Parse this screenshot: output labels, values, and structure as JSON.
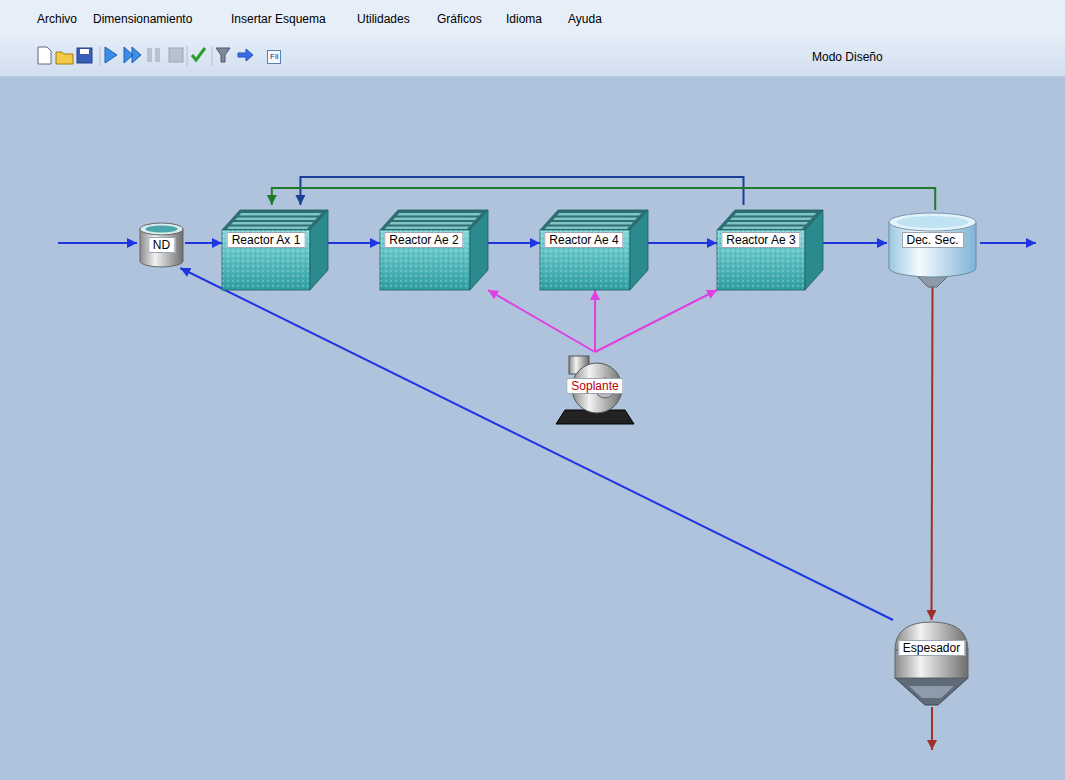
{
  "diagram": {
    "nodes": [
      {
        "text": [
          "ND"
        ]
      },
      {
        "text": [
          "Reactor Ax 1"
        ]
      },
      {
        "text": [
          "Reactor Ae 2"
        ]
      },
      {
        "text": [
          "Reactor Ae 4"
        ]
      },
      {
        "text": [
          "Reactor Ae 3"
        ]
      },
      {
        "text": [
          "Dec. Sec."
        ]
      },
      {
        "text": [
          "Soplante"
        ]
      },
      {
        "text": [
          "Espesador"
        ]
      }
    ],
    "edges": [
      {
        "from": 0,
        "to": 1,
        "arrow": "to"
      },
      {
        "from": 1,
        "to": 2,
        "arrow": "to"
      },
      {
        "from": 2,
        "to": 3,
        "arrow": "to"
      },
      {
        "from": 3,
        "to": 4,
        "arrow": "to"
      },
      {
        "from": 4,
        "to": 5,
        "arrow": "to"
      },
      {
        "from": 4,
        "to": 1,
        "arrow": "to"
      },
      {
        "from": 5,
        "to": 1,
        "arrow": "to"
      },
      {
        "from": 5,
        "to": 7,
        "arrow": "to"
      },
      {
        "from": 7,
        "to": 0,
        "arrow": "to"
      },
      {
        "from": 6,
        "to": 2,
        "arrow": "to"
      },
      {
        "from": 6,
        "to": 3,
        "arrow": "to"
      },
      {
        "from": 6,
        "to": 4,
        "arrow": "to"
      }
    ],
    "labels": [
      "Archivo",
      "Dimensionamiento",
      "Insertar Esquema",
      "Utilidades",
      "Gráficos",
      "Idioma",
      "Ayuda",
      "Modo Diseño",
      "Fil"
    ]
  }
}
